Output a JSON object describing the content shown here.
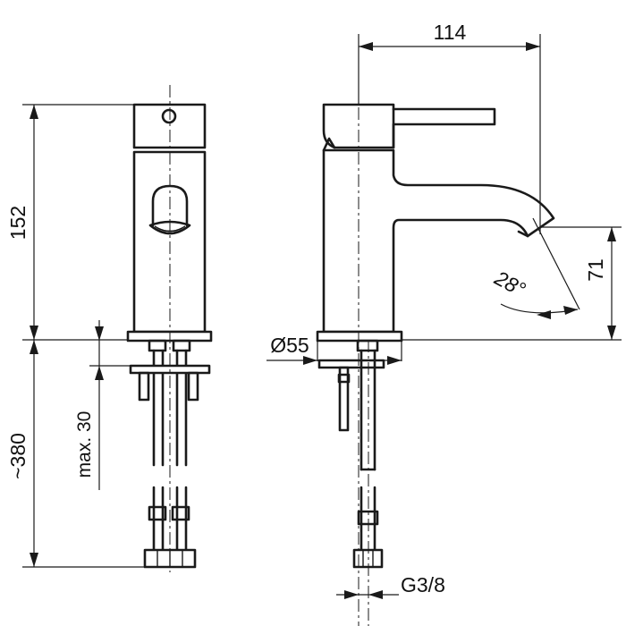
{
  "dimensions": {
    "total_depth": "114",
    "body_height": "152",
    "spout_height": "71",
    "spout_angle": "28°",
    "base_diameter": "Ø55",
    "hose_length": "~380",
    "max_counter_thickness": "max. 30",
    "connection_thread": "G3/8"
  }
}
